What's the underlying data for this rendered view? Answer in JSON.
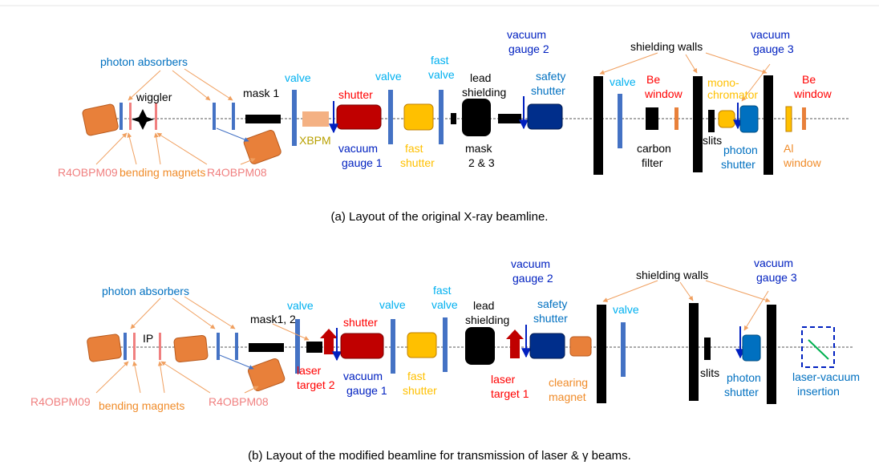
{
  "colors": {
    "magnet": "#e8803a",
    "magnet_stroke": "#b85a1e",
    "bpm": "#f08080",
    "absorber": "#4472c4",
    "shutter": "#c00000",
    "safety_shutter": "#002e8b",
    "fast_shutter": "#ffc000",
    "xbpm": "#f4b183",
    "photon_shutter": "#0070c0",
    "black": "#000000",
    "label_blue": "#0070c0",
    "label_cyan": "#00b0f0",
    "label_darkblue": "#0020c0",
    "label_red": "#ff0000",
    "label_orange": "#f08c2a",
    "label_salmon": "#f08080",
    "label_olive": "#b8a000",
    "label_gold": "#ffc000",
    "arrow_orange": "#f0a060"
  },
  "panel_a": {
    "caption": "(a)  Layout of the original X-ray beamline.",
    "labels": {
      "photon_absorbers": "photon absorbers",
      "wiggler": "wiggler",
      "mask1": "mask 1",
      "valve1": "valve",
      "valve2": "valve",
      "valve3": "valve",
      "shutter": "shutter",
      "xbpm": "XBPM",
      "vacuum_gauge1_l1": "vacuum",
      "vacuum_gauge1_l2": "gauge 1",
      "fast_valve_l1": "fast",
      "fast_valve_l2": "valve",
      "fast_shutter_l1": "fast",
      "fast_shutter_l2": "shutter",
      "lead_shielding_l1": "lead",
      "lead_shielding_l2": "shielding",
      "mask23_l1": "mask",
      "mask23_l2": "2 & 3",
      "vacuum_gauge2_l1": "vacuum",
      "vacuum_gauge2_l2": "gauge 2",
      "safety_shutter_l1": "safety",
      "safety_shutter_l2": "shutter",
      "shielding_walls": "shielding walls",
      "be_window1_l1": "Be",
      "be_window1_l2": "window",
      "carbon_filter_l1": "carbon",
      "carbon_filter_l2": "filter",
      "mono_l1": "mono-",
      "mono_l2": "chromator",
      "slits": "slits",
      "photon_shutter_l1": "photon",
      "photon_shutter_l2": "shutter",
      "vacuum_gauge3_l1": "vacuum",
      "vacuum_gauge3_l2": "gauge 3",
      "be_window2_l1": "Be",
      "be_window2_l2": "window",
      "al_window_l1": "Al",
      "al_window_l2": "window",
      "r4obpm09": "R4OBPM09",
      "bending_magnets": "bending magnets",
      "r4obpm08": "R4OBPM08"
    }
  },
  "panel_b": {
    "caption": "(b)  Layout of the modified beamline for transmission of laser & γ beams.",
    "labels": {
      "photon_absorbers": "photon absorbers",
      "ip": "IP",
      "mask12": "mask1, 2",
      "valve1": "valve",
      "valve2": "valve",
      "valve3": "valve",
      "shutter": "shutter",
      "laser_target2_l1": "laser",
      "laser_target2_l2": "target 2",
      "vacuum_gauge1_l1": "vacuum",
      "vacuum_gauge1_l2": "gauge 1",
      "fast_valve_l1": "fast",
      "fast_valve_l2": "valve",
      "fast_shutter_l1": "fast",
      "fast_shutter_l2": "shutter",
      "lead_shielding_l1": "lead",
      "lead_shielding_l2": "shielding",
      "laser_target1_l1": "laser",
      "laser_target1_l2": "target 1",
      "vacuum_gauge2_l1": "vacuum",
      "vacuum_gauge2_l2": "gauge 2",
      "safety_shutter_l1": "safety",
      "safety_shutter_l2": "shutter",
      "clearing_magnet_l1": "clearing",
      "clearing_magnet_l2": "magnet",
      "shielding_walls": "shielding walls",
      "slits": "slits",
      "photon_shutter_l1": "photon",
      "photon_shutter_l2": "shutter",
      "vacuum_gauge3_l1": "vacuum",
      "vacuum_gauge3_l2": "gauge 3",
      "laser_vacuum_l1": "laser-vacuum",
      "laser_vacuum_l2": "insertion",
      "r4obpm09": "R4OBPM09",
      "bending_magnets": "bending magnets",
      "r4obpm08": "R4OBPM08"
    }
  }
}
